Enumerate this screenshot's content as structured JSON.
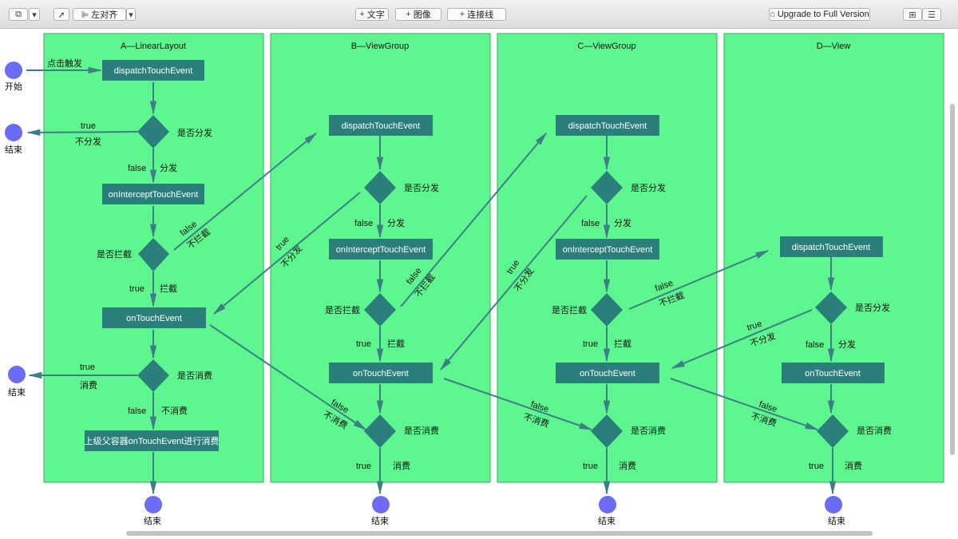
{
  "toolbar": {
    "align_label": "左对齐",
    "add_text": "文字",
    "add_image": "图像",
    "add_connector": "连接线",
    "upgrade": "Upgrade to Full Version"
  },
  "lanes": [
    {
      "title": "A—LinearLayout"
    },
    {
      "title": "B—ViewGroup"
    },
    {
      "title": "C—ViewGroup"
    },
    {
      "title": "D—View"
    }
  ],
  "labels": {
    "start": "开始",
    "end": "结束",
    "click_trigger": "点击触发",
    "dispatch": "dispatchTouchEvent",
    "intercept": "onInterceptTouchEvent",
    "touch": "onTouchEvent",
    "parent_consume": "上级父容器onTouchEvent进行消费",
    "q_dispatch": "是否分发",
    "q_intercept": "是否拦截",
    "q_consume": "是否消费",
    "t": "true",
    "f": "false",
    "dispatch_yes": "分发",
    "dispatch_no": "不分发",
    "intercept_yes": "拦截",
    "intercept_no": "不拦截",
    "consume_yes": "消费",
    "consume_no": "不消费"
  },
  "colors": {
    "lane": "#5ef78f",
    "lane_border": "#3ea962",
    "node": "#2a7f7a",
    "terminal": "#6b6bf5",
    "arrow": "#3c7f84"
  }
}
